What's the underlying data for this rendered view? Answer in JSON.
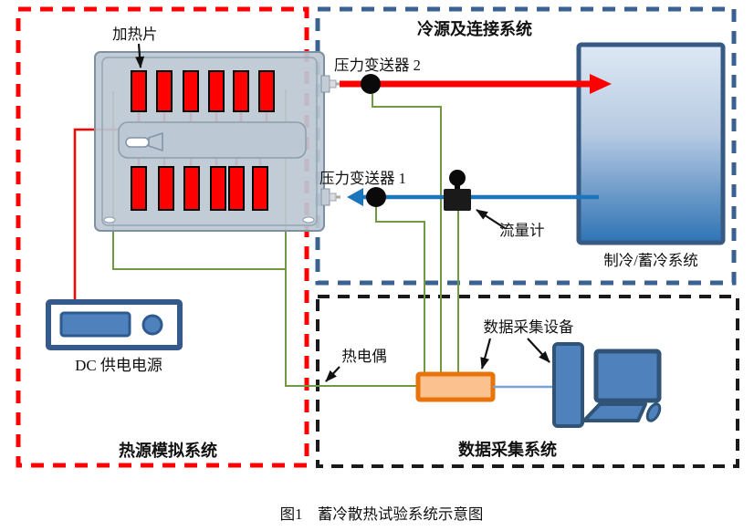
{
  "diagram": {
    "caption": "图1　蓄冷散热试验系统示意图",
    "heat_source_system": {
      "title": "热源模拟系统",
      "heater_label": "加热片",
      "dc_power_label": "DC 供电电源"
    },
    "cold_source_system": {
      "title": "冷源及连接系统",
      "pressure_transmitter_2": "压力变送器 2",
      "pressure_transmitter_1": "压力变送器 1",
      "flow_meter_label": "流量计",
      "chiller_label": "制冷/蓄冷系统"
    },
    "daq_system": {
      "title": "数据采集系统",
      "thermocouple_label": "热电偶",
      "daq_device_label": "数据采集设备"
    },
    "colors": {
      "hot_line": "#FF0000",
      "cold_line": "#1B75BC",
      "signal_line": "#6F9A42",
      "data_line": "#7BA2D4",
      "heat_box_border": "#FF0000",
      "cold_box_border": "#3A6191",
      "daq_box_border": "#1A1A1A",
      "device_fill": "#4F81BD",
      "device_border": "#2F5477",
      "collector_fill": "#FBC18E",
      "collector_border": "#E8730A",
      "panel_fill": "#BCC8D4",
      "chiller_gradient_top": "#DDE8F4",
      "chiller_gradient_bottom": "#2E73B5"
    }
  }
}
